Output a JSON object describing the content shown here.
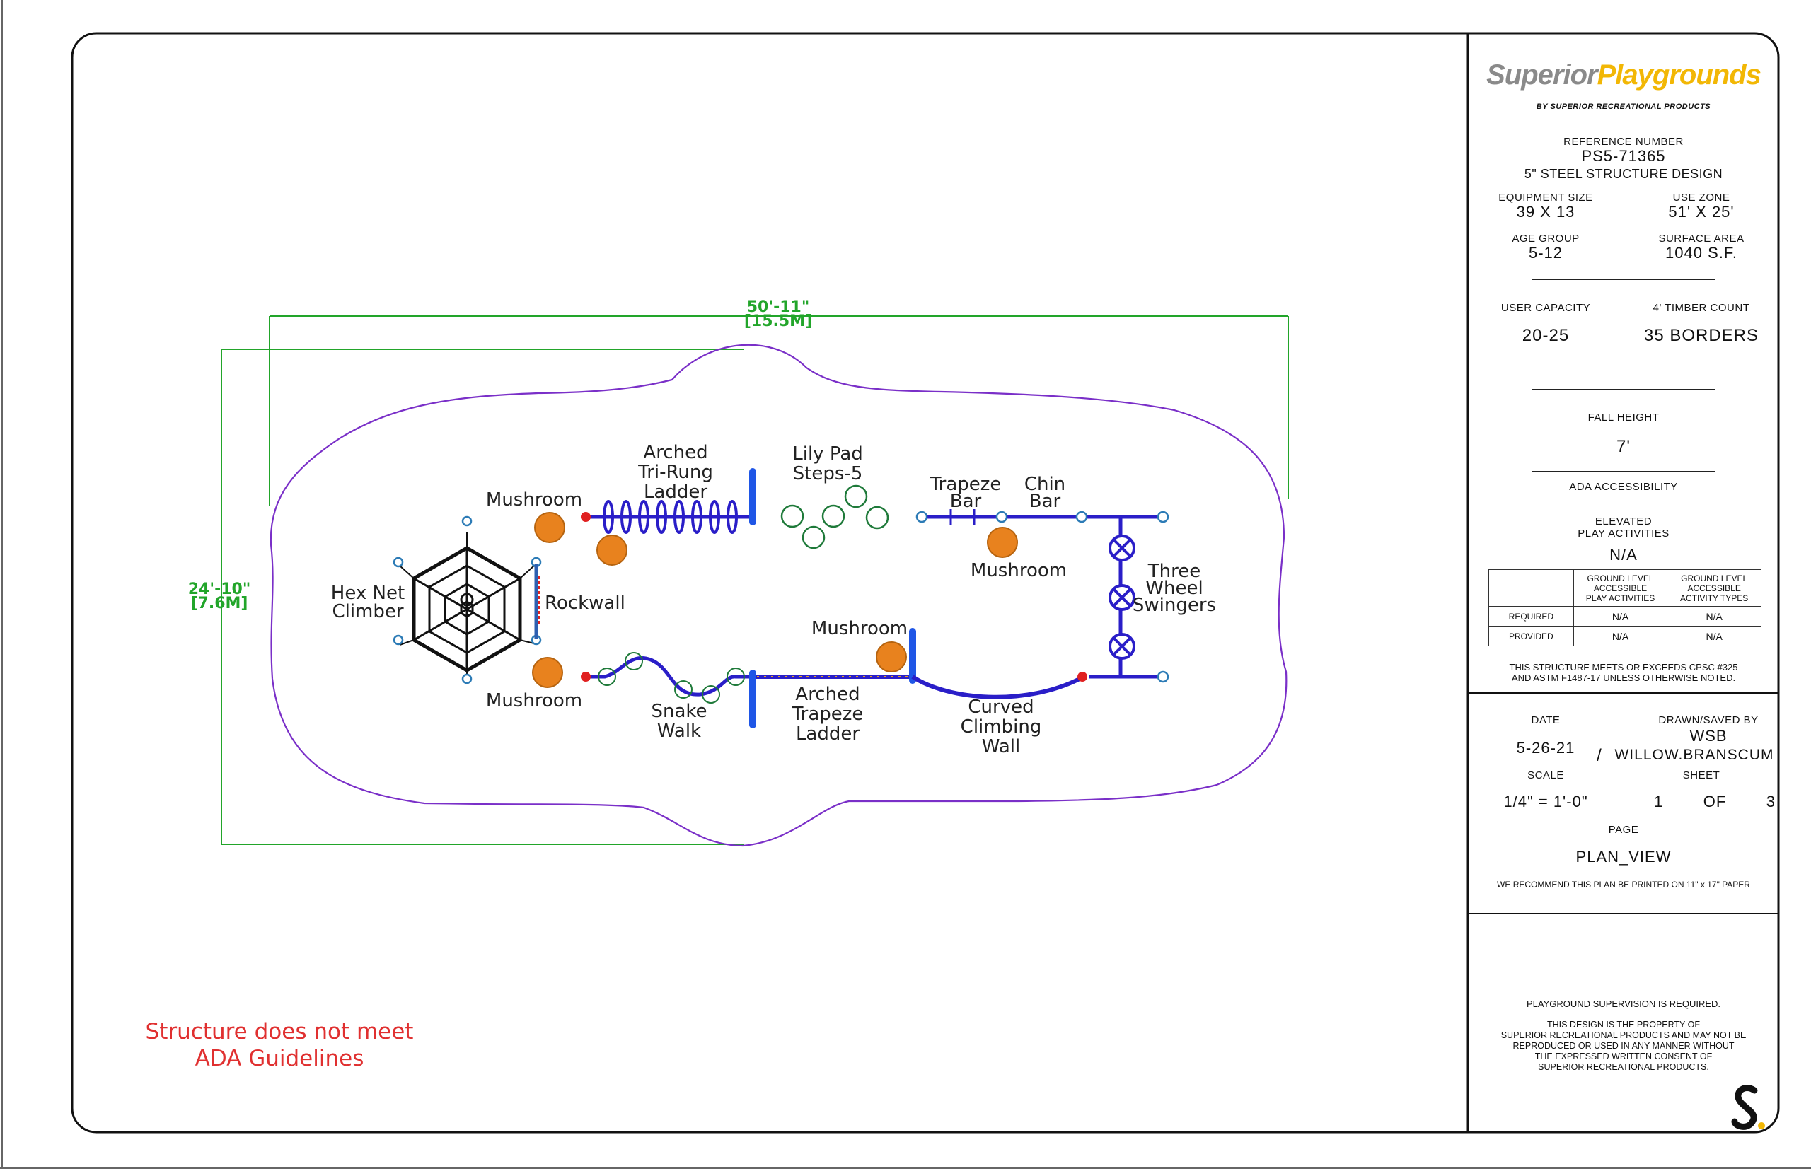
{
  "brand": {
    "name_part1": "Superior",
    "name_part2": "Playgrounds",
    "tagline": "BY SUPERIOR RECREATIONAL PRODUCTS",
    "colors": {
      "brand_dark": "#8a8a8a",
      "brand_accent": "#f2b705"
    },
    "corner_logo": "S."
  },
  "title_block": {
    "reference_label": "REFERENCE NUMBER",
    "reference_number": "PS5-71365",
    "design_name": "5\" STEEL STRUCTURE DESIGN",
    "equipment_size_label": "EQUIPMENT SIZE",
    "equipment_size": "39 X 13",
    "use_zone_label": "USE ZONE",
    "use_zone": "51' X 25'",
    "age_group_label": "AGE GROUP",
    "age_group": "5-12",
    "surface_area_label": "SURFACE AREA",
    "surface_area": "1040 S.F.",
    "user_capacity_label": "USER CAPACITY",
    "user_capacity": "20-25",
    "timber_count_label": "4' TIMBER COUNT",
    "timber_count": "35 BORDERS",
    "fall_height_label": "FALL HEIGHT",
    "fall_height": "7'",
    "ada_label": "ADA ACCESSIBILITY",
    "elevated_label_1": "ELEVATED",
    "elevated_label_2": "PLAY ACTIVITIES",
    "elevated_value": "N/A",
    "ada_table": {
      "col1_lines": [
        "GROUND LEVEL",
        "ACCESSIBLE",
        "PLAY ACTIVITIES"
      ],
      "col2_lines": [
        "GROUND LEVEL",
        "ACCESSIBLE",
        "ACTIVITY TYPES"
      ],
      "rows": [
        {
          "label": "REQUIRED",
          "v1": "N/A",
          "v2": "N/A"
        },
        {
          "label": "PROVIDED",
          "v1": "N/A",
          "v2": "N/A"
        }
      ]
    },
    "compliance_1": "THIS STRUCTURE MEETS OR EXCEEDS CPSC #325",
    "compliance_2": "AND ASTM F1487-17 UNLESS OTHERWISE NOTED.",
    "date_label": "DATE",
    "date": "5-26-21",
    "drawn_label": "DRAWN/SAVED BY",
    "drawn_by": "WSB",
    "slash": "/",
    "saved_by": "WILLOW.BRANSCUM",
    "scale_label": "SCALE",
    "scale": "1/4\" = 1'-0\"",
    "sheet_label": "SHEET",
    "sheet_num": "1",
    "sheet_of": "OF",
    "sheet_total": "3",
    "page_label": "PAGE",
    "page": "PLAN_VIEW",
    "print_note": "WE RECOMMEND THIS PLAN BE PRINTED ON 11\" x 17\" PAPER",
    "supervision": "PLAYGROUND SUPERVISION IS REQUIRED.",
    "property_lines": [
      "THIS DESIGN IS THE PROPERTY OF",
      "SUPERIOR RECREATIONAL PRODUCTS AND MAY NOT BE",
      "REPRODUCED OR USED IN ANY MANNER WITHOUT",
      "THE EXPRESSED WRITTEN CONSENT OF",
      "SUPERIOR RECREATIONAL PRODUCTS."
    ]
  },
  "plan": {
    "dim_width_ft": "50'-11\"",
    "dim_width_m": "[15.5M]",
    "dim_height_ft": "24'-10\"",
    "dim_height_m": "[7.6M]",
    "colors": {
      "dimension": "#22a52a",
      "use_zone": "#7a2fc8",
      "frame": "#1a2fd6",
      "mushroom": "#e8821e",
      "lily_pad": "#1f7a3a",
      "ada_note": "#e03030"
    },
    "labels": {
      "hex_net": [
        "Hex Net",
        "Climber"
      ],
      "rockwall": "Rockwall",
      "mushroom_tl": "Mushroom",
      "mushroom_bl": "Mushroom",
      "mushroom_mid": "Mushroom",
      "mushroom_right": "Mushroom",
      "arched_tri": [
        "Arched",
        "Tri-Rung",
        "Ladder"
      ],
      "lily_pad": [
        "Lily Pad",
        "Steps-5"
      ],
      "trapeze_bar": [
        "Trapeze",
        "Bar"
      ],
      "chin_bar": [
        "Chin",
        "Bar"
      ],
      "three_wheel": [
        "Three",
        "Wheel",
        "Swingers"
      ],
      "snake_walk": [
        "Snake",
        "Walk"
      ],
      "arched_trapeze": [
        "Arched",
        "Trapeze",
        "Ladder"
      ],
      "curved_wall": [
        "Curved",
        "Climbing",
        "Wall"
      ]
    },
    "ada_note_lines": [
      "Structure does not meet",
      "ADA Guidelines"
    ]
  }
}
